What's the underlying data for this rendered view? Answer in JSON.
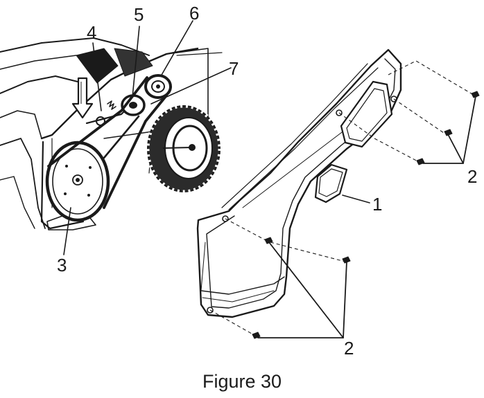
{
  "caption": "Figure 30",
  "callouts": {
    "cover": "1",
    "screw": "2",
    "screw_lower": "2",
    "auger_pulley": "3",
    "idler_arm": "4",
    "idler_pulley": "5",
    "engine_pulley": "6",
    "belt": "7"
  },
  "colors": {
    "ink": "#1a1a1a",
    "background": "#ffffff",
    "tread": "#2b2b2b"
  }
}
